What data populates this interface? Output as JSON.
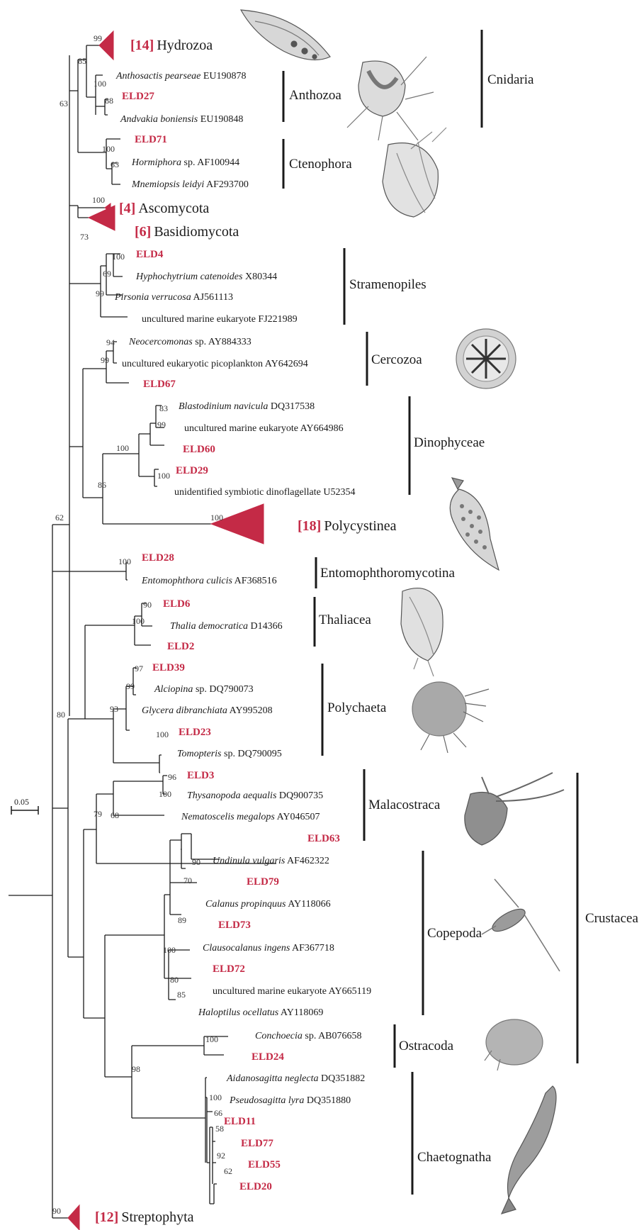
{
  "accent_color": "#c42a46",
  "groups": {
    "cnidaria": "Cnidaria",
    "anthozoa": "Anthozoa",
    "ctenophora": "Ctenophora",
    "stramenopiles": "Stramenopiles",
    "cercozoa": "Cercozoa",
    "dinophyceae": "Dinophyceae",
    "entomophthoromycotina": "Entomophthoromycotina",
    "thaliacea": "Thaliacea",
    "polychaeta": "Polychaeta",
    "malacostraca": "Malacostraca",
    "copepoda": "Copepoda",
    "crustacea": "Crustacea",
    "ostracoda": "Ostracoda",
    "chaetognatha": "Chaetognatha"
  },
  "collapsed": {
    "hydrozoa": {
      "count": "[14]",
      "name": "Hydrozoa"
    },
    "ascomycota": {
      "count": "[4]",
      "name": "Ascomycota"
    },
    "basidiomycota": {
      "count": "[6]",
      "name": "Basidiomycota"
    },
    "polycystinea": {
      "count": "[18]",
      "name": "Polycystinea"
    },
    "streptophyta": {
      "count": "[12]",
      "name": "Streptophyta"
    }
  },
  "taxa": {
    "anthosactis": {
      "name": "Anthosactis pearseae",
      "acc": "EU190878"
    },
    "eld27": "ELD27",
    "andvakia": {
      "name": "Andvakia boniensis",
      "acc": "EU190848"
    },
    "eld71": "ELD71",
    "hormiphora": {
      "name": "Hormiphora",
      "sp": "sp.",
      "acc": "AF100944"
    },
    "mnemiopsis": {
      "name": "Mnemiopsis leidyi",
      "acc": "AF293700"
    },
    "eld4": "ELD4",
    "hyphochytrium": {
      "name": "Hyphochytrium catenoides",
      "acc": "X80344"
    },
    "pirsonia": {
      "name": "Pirsonia verrucosa",
      "acc": "AJ561113"
    },
    "uncult1": "uncultured marine eukaryote FJ221989",
    "neocercomonas": {
      "name": "Neocercomonas",
      "sp": "sp.",
      "acc": "AY884333"
    },
    "picoplankton": "uncultured eukaryotic picoplankton AY642694",
    "eld67": "ELD67",
    "blastodinium": {
      "name": "Blastodinium navicula",
      "acc": "DQ317538"
    },
    "uncult2": "uncultured marine eukaryote AY664986",
    "eld60": "ELD60",
    "eld29": "ELD29",
    "dinoflag": "unidentified symbiotic dinoflagellate U52354",
    "eld28": "ELD28",
    "entomophthora": {
      "name": "Entomophthora culicis",
      "acc": "AF368516"
    },
    "eld6": "ELD6",
    "thalia": {
      "name": "Thalia democratica",
      "acc": "D14366"
    },
    "eld2": "ELD2",
    "eld39": "ELD39",
    "alciopina": {
      "name": "Alciopina",
      "sp": "sp.",
      "acc": "DQ790073"
    },
    "glycera": {
      "name": "Glycera dibranchiata",
      "acc": "AY995208"
    },
    "eld23": "ELD23",
    "tomopteris": {
      "name": "Tomopteris",
      "sp": "sp.",
      "acc": "DQ790095"
    },
    "eld3": "ELD3",
    "thysanopoda": {
      "name": "Thysanopoda aequalis",
      "acc": "DQ900735"
    },
    "nematoscelis": {
      "name": "Nematoscelis megalops",
      "acc": "AY046507"
    },
    "eld63": "ELD63",
    "undinula": {
      "name": "Undinula vulgaris",
      "acc": "AF462322"
    },
    "eld79": "ELD79",
    "calanus": {
      "name": "Calanus propinquus",
      "acc": "AY118066"
    },
    "eld73": "ELD73",
    "clausocalanus": {
      "name": "Clausocalanus ingens",
      "acc": "AF367718"
    },
    "eld72": "ELD72",
    "uncult3": "uncultured marine eukaryote AY665119",
    "haloptilus": {
      "name": "Haloptilus ocellatus",
      "acc": "AY118069"
    },
    "conchoecia": {
      "name": "Conchoecia",
      "sp": "sp.",
      "acc": "AB076658"
    },
    "eld24": "ELD24",
    "aidanosagitta": {
      "name": "Aidanosagitta neglecta",
      "acc": "DQ351882"
    },
    "pseudosagitta": {
      "name": "Pseudosagitta lyra",
      "acc": "DQ351880"
    },
    "eld11": "ELD11",
    "eld77": "ELD77",
    "eld55": "ELD55",
    "eld20": "ELD20"
  },
  "bootstrap": {
    "hydrozoa": "99",
    "cnidaria_node": "85",
    "anthozoa_node": "100",
    "eld27_node": "88",
    "cnid_cten": "63",
    "cteno_node": "100",
    "horm_node": "63",
    "ascomycota": "100",
    "basidio": "73",
    "strameno": "100",
    "strameno2": "69",
    "strameno3": "99",
    "cerco1": "94",
    "cerco2": "99",
    "dino1": "83",
    "dino2": "99",
    "dino3": "100",
    "dino4": "100",
    "poly_node": "86",
    "polycystinea": "100",
    "root62": "62",
    "entomo": "100",
    "thal1": "90",
    "thal2": "100",
    "polych1": "97",
    "polych2": "99",
    "polych3": "93",
    "tomop": "100",
    "bilat80": "80",
    "mala1": "96",
    "mala2": "100",
    "mala3": "68",
    "arth79": "79",
    "cope1": "90",
    "cope2": "70",
    "cope3": "89",
    "cope4": "100",
    "cope5": "80",
    "cope6": "85",
    "ostra": "100",
    "chaeto1": "100",
    "chaeto2": "66",
    "chaeto3": "58",
    "chaeto4": "92",
    "chaeto5": "62",
    "crust98": "98",
    "strepto": "90"
  },
  "scale": {
    "label": "0.05"
  }
}
